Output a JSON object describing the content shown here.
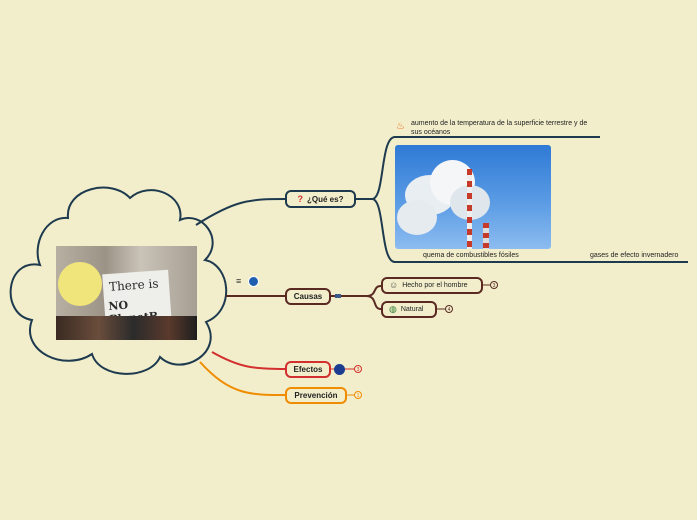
{
  "central": {
    "sign_line1": "There is",
    "sign_line2": "NO PlanetB"
  },
  "branches": {
    "que_es": {
      "label": "¿Qué es?",
      "children": {
        "temperatura": "aumento de la temperatura de la superficie terrestre y de sus océanos",
        "quema": "quema de combustibles fósiles",
        "gases": "gases de efecto invernadero"
      }
    },
    "causas": {
      "label": "Causas",
      "children": [
        {
          "label": "Hecho por el hombre",
          "count": "3"
        },
        {
          "label": "Natural",
          "count": "4"
        }
      ]
    },
    "efectos": {
      "label": "Efectos",
      "count": "3"
    },
    "prevencion": {
      "label": "Prevención",
      "count": "1"
    }
  },
  "colors": {
    "background": "#f2eecb",
    "que_es": "#1e3a4f",
    "causas": "#5a2a22",
    "efectos": "#d32f2f",
    "prevencion": "#f08c00",
    "cloud": "#1e3a4f"
  },
  "icons": {
    "que_es": "question-mark-icon",
    "temperatura": "fire-icon",
    "causas_note": "notes-icon",
    "causas_link": "noaa-logo-icon",
    "hombre": "person-icon",
    "natural": "globe-icon",
    "efectos": "nasa-logo-icon"
  }
}
